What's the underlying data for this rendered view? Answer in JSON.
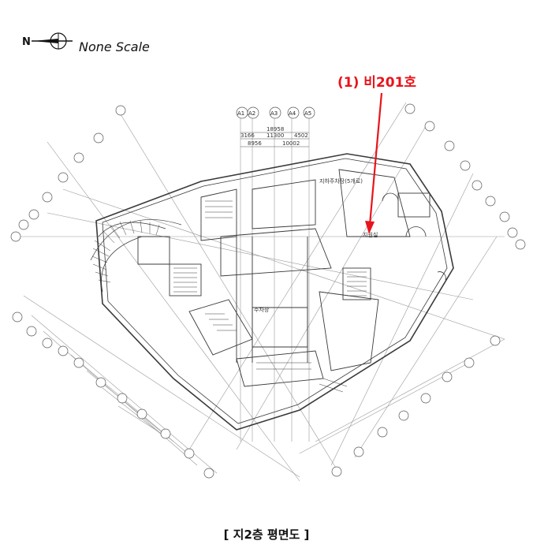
{
  "legend": {
    "north_letter": "N",
    "scale_text": "None Scale"
  },
  "callout": {
    "unit_label": "(1) 비201호"
  },
  "plan": {
    "top_grid_labels": [
      "A1",
      "A2",
      "A3",
      "A4",
      "A5"
    ],
    "top_dims": [
      "18958",
      "3166",
      "11300",
      "4502",
      "8956",
      "10002"
    ],
    "room_labels": [
      "지하주차장(5개로)",
      "지원실",
      "주차장"
    ],
    "title": "[ 지2층 평면도 ]"
  },
  "colors": {
    "callout": "#e8141b",
    "line": "#3a3a3a",
    "grid": "#8a8a8a"
  }
}
